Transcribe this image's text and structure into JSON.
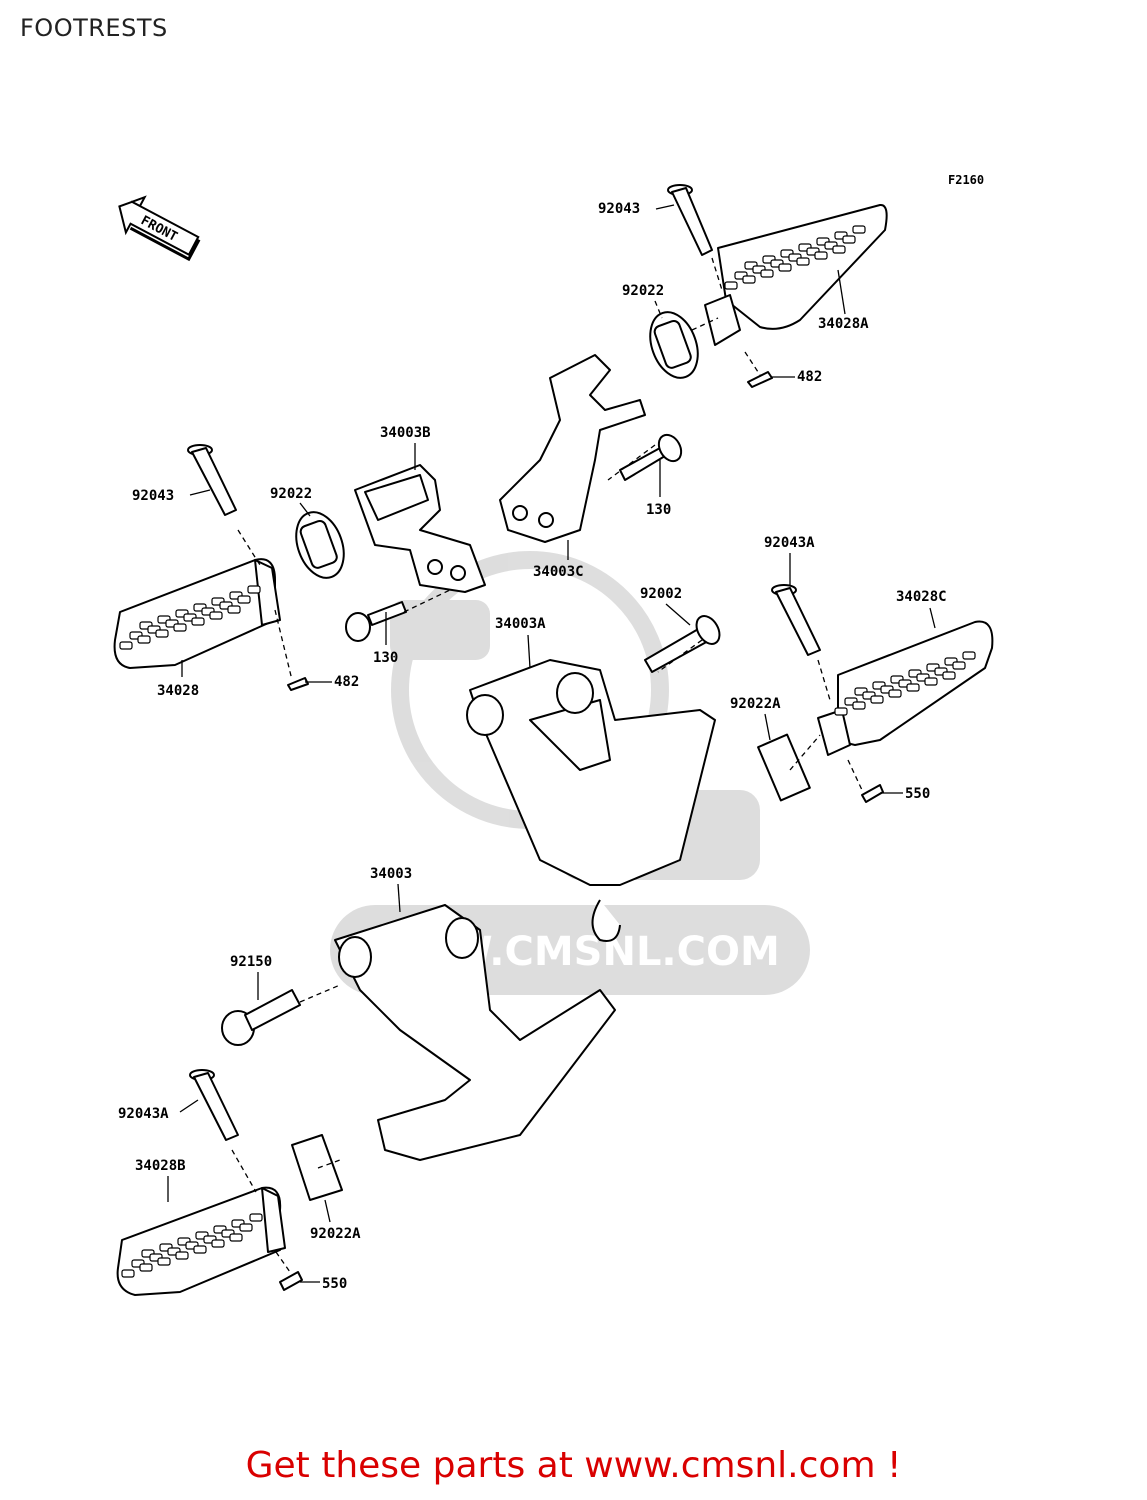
{
  "page": {
    "title": "FOOTRESTS"
  },
  "diagram": {
    "figure_code": "F2160",
    "front_marker": "FRONT",
    "watermark": "WWW.CMSNL.COM",
    "callouts": [
      {
        "id": "c01",
        "label": "92043"
      },
      {
        "id": "c02",
        "label": "92022"
      },
      {
        "id": "c03",
        "label": "34028A"
      },
      {
        "id": "c04",
        "label": "482"
      },
      {
        "id": "c05",
        "label": "34003B"
      },
      {
        "id": "c06",
        "label": "92043"
      },
      {
        "id": "c07",
        "label": "92022"
      },
      {
        "id": "c08",
        "label": "130"
      },
      {
        "id": "c09",
        "label": "34003C"
      },
      {
        "id": "c10",
        "label": "130"
      },
      {
        "id": "c11",
        "label": "92043A"
      },
      {
        "id": "c12",
        "label": "92002"
      },
      {
        "id": "c13",
        "label": "34028C"
      },
      {
        "id": "c14",
        "label": "34003A"
      },
      {
        "id": "c15",
        "label": "34028"
      },
      {
        "id": "c16",
        "label": "482"
      },
      {
        "id": "c17",
        "label": "92022A"
      },
      {
        "id": "c18",
        "label": "550"
      },
      {
        "id": "c19",
        "label": "34003"
      },
      {
        "id": "c20",
        "label": "92150"
      },
      {
        "id": "c21",
        "label": "92043A"
      },
      {
        "id": "c22",
        "label": "34028B"
      },
      {
        "id": "c23",
        "label": "92022A"
      },
      {
        "id": "c24",
        "label": "550"
      }
    ]
  },
  "footer": {
    "text": "Get these parts at www.cmsnl.com !"
  }
}
